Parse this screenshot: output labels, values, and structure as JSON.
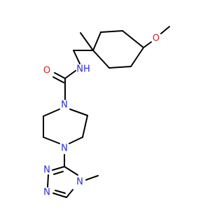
{
  "molecule": {
    "atoms": [
      {
        "id": "o_methoxy",
        "symbol": "O",
        "color": "#d62020"
      },
      {
        "id": "n_amide",
        "symbol": "NH",
        "color": "#2b2bd9"
      },
      {
        "id": "o_carbonyl",
        "symbol": "O",
        "color": "#d62020"
      },
      {
        "id": "n_pip1",
        "symbol": "N",
        "color": "#2b2bd9"
      },
      {
        "id": "n_pip4",
        "symbol": "N",
        "color": "#2b2bd9"
      },
      {
        "id": "n_tri4",
        "symbol": "N",
        "color": "#2b2bd9"
      },
      {
        "id": "n_tri2",
        "symbol": "N",
        "color": "#2b2bd9"
      },
      {
        "id": "n_tri1",
        "symbol": "N",
        "color": "#2b2bd9"
      }
    ]
  }
}
